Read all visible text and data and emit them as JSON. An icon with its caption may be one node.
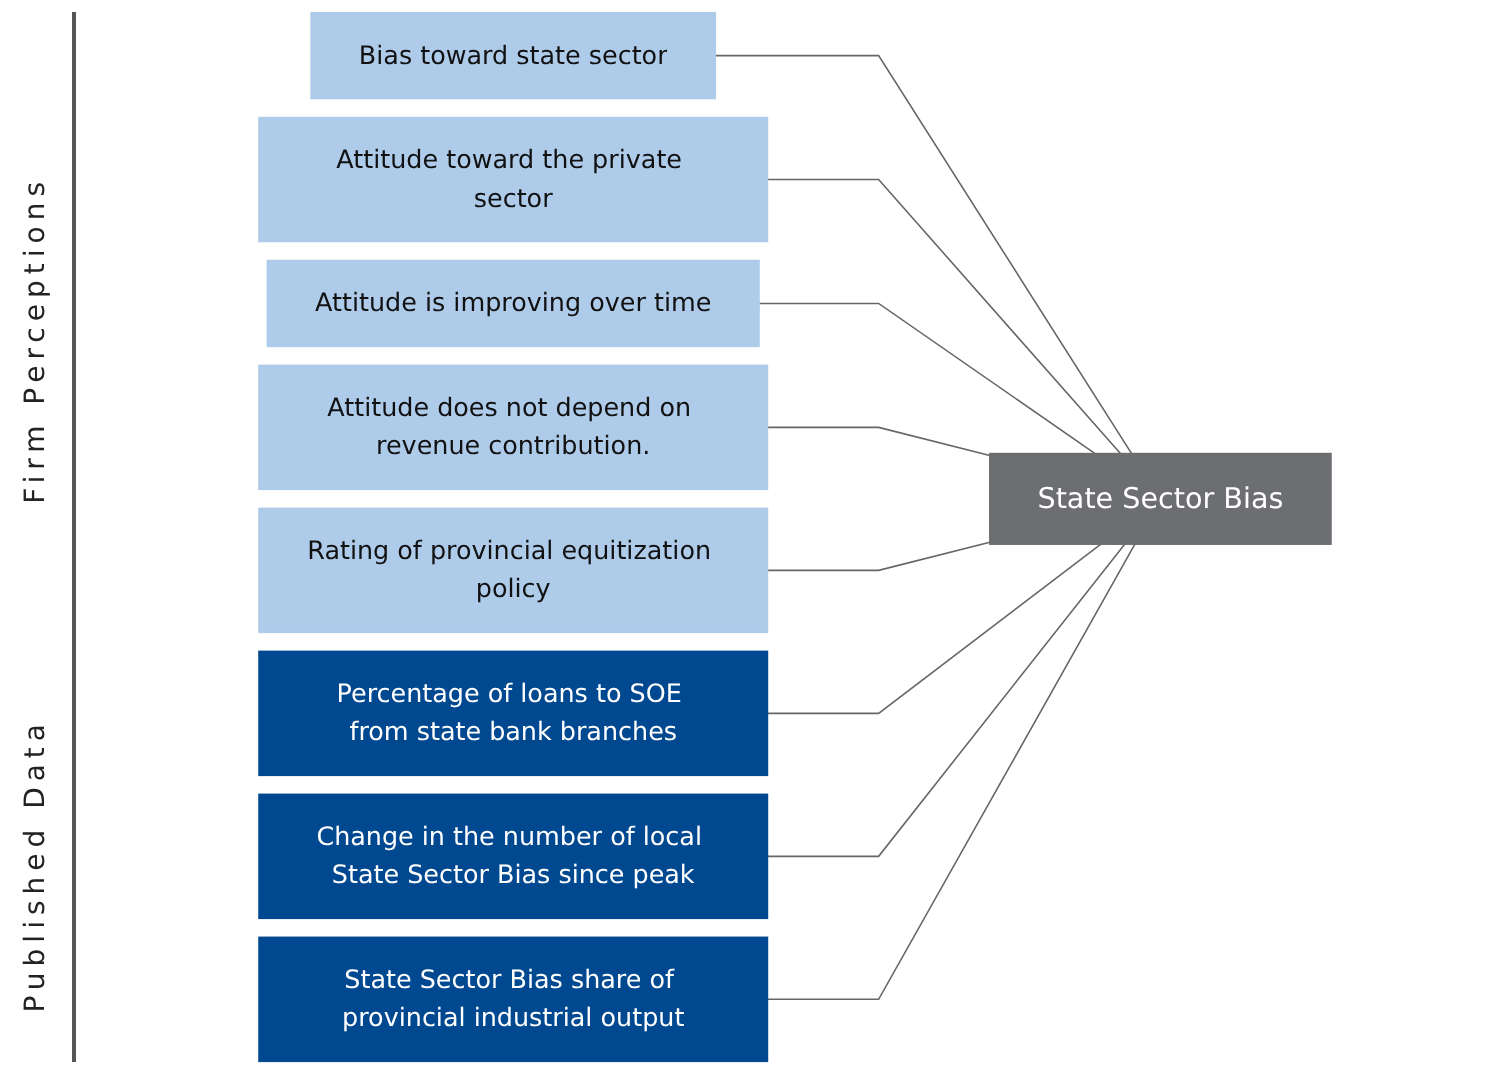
{
  "diagram": {
    "nodes": [
      {
        "text": [
          "Bias toward state sector"
        ]
      },
      {
        "text": [
          "Attitude toward the private sector"
        ]
      },
      {
        "text": [
          "Attitude is improving over time"
        ]
      },
      {
        "text": [
          "Attitude does not depend on revenue contribution."
        ]
      },
      {
        "text": [
          "Rating of provincial equitization policy"
        ]
      },
      {
        "text": [
          "Percentage of loans to SOE from state bank branches"
        ]
      },
      {
        "text": [
          "Change in the number of local State Sector Bias since peak"
        ]
      },
      {
        "text": [
          "State Sector Bias share of provincial industrial output"
        ]
      },
      {
        "text": [
          "State Sector Bias"
        ]
      }
    ],
    "edges": [
      {
        "from": 0,
        "to": 8,
        "arrow": "none"
      },
      {
        "from": 1,
        "to": 8,
        "arrow": "none"
      },
      {
        "from": 2,
        "to": 8,
        "arrow": "none"
      },
      {
        "from": 3,
        "to": 8,
        "arrow": "none"
      },
      {
        "from": 4,
        "to": 8,
        "arrow": "none"
      },
      {
        "from": 5,
        "to": 8,
        "arrow": "none"
      },
      {
        "from": 6,
        "to": 8,
        "arrow": "none"
      },
      {
        "from": 7,
        "to": 8,
        "arrow": "none"
      }
    ],
    "labels": [
      "Firm Perceptions",
      "Published Data"
    ]
  }
}
